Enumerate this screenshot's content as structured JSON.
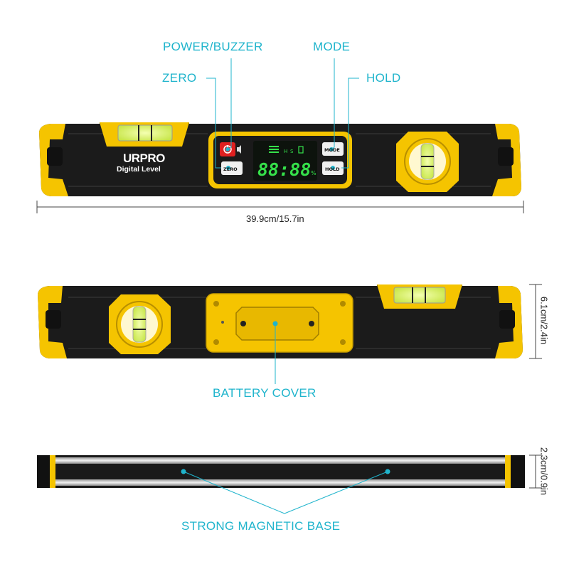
{
  "labels": {
    "power_buzzer": "POWER/BUZZER",
    "mode": "MODE",
    "zero": "ZERO",
    "hold": "HOLD",
    "battery_cover": "BATTERY COVER",
    "magnetic_base": "STRONG MAGNETIC BASE"
  },
  "dimensions": {
    "length": "39.9cm/15.7in",
    "height": "6.1cm/2.4in",
    "depth": "2.3cm/0.9in"
  },
  "device": {
    "brand": "URPRO",
    "model": "Digital Level",
    "btn_mode": "MODE",
    "btn_zero": "ZERO",
    "btn_hold": "HOLD",
    "lcd_digits": "88:88",
    "lcd_h": "H",
    "lcd_s": "S",
    "lcd_pct": "%"
  },
  "colors": {
    "accent": "#1fb4cc",
    "yellow": "#f5c400",
    "body": "#1a1a1a",
    "lcd_green": "#35e04a"
  }
}
